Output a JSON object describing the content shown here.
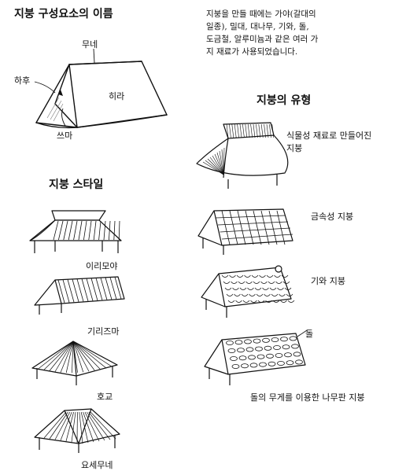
{
  "anatomy": {
    "title": "지붕 구성요소의 이름",
    "labels": {
      "ridge": "무네",
      "hip_end": "하후",
      "slope": "히라",
      "gable": "쓰마"
    }
  },
  "description": {
    "lines": [
      "지붕을 만들 때에는 가야(갈대의",
      "일종), 밀대, 대나무, 기와, 돌,",
      "도금철, 알루미늄과 같은 여러 가",
      "지 재료가 사용되었습니다."
    ]
  },
  "types": {
    "title": "지붕의 유형",
    "items": [
      {
        "label_lines": [
          "식물성 재료로 만들어진",
          "지붕"
        ]
      },
      {
        "label_lines": [
          "금속성 지붕"
        ]
      },
      {
        "label_lines": [
          "기와 지붕"
        ]
      },
      {
        "label_lines": [
          "돌의 무게를 이용한 나무판 지붕"
        ],
        "callout": "돌"
      }
    ]
  },
  "styles": {
    "title": "지붕 스타일",
    "items": [
      {
        "label": "이리모야"
      },
      {
        "label": "기리즈마"
      },
      {
        "label": "호교"
      },
      {
        "label": "요세무네"
      }
    ]
  }
}
